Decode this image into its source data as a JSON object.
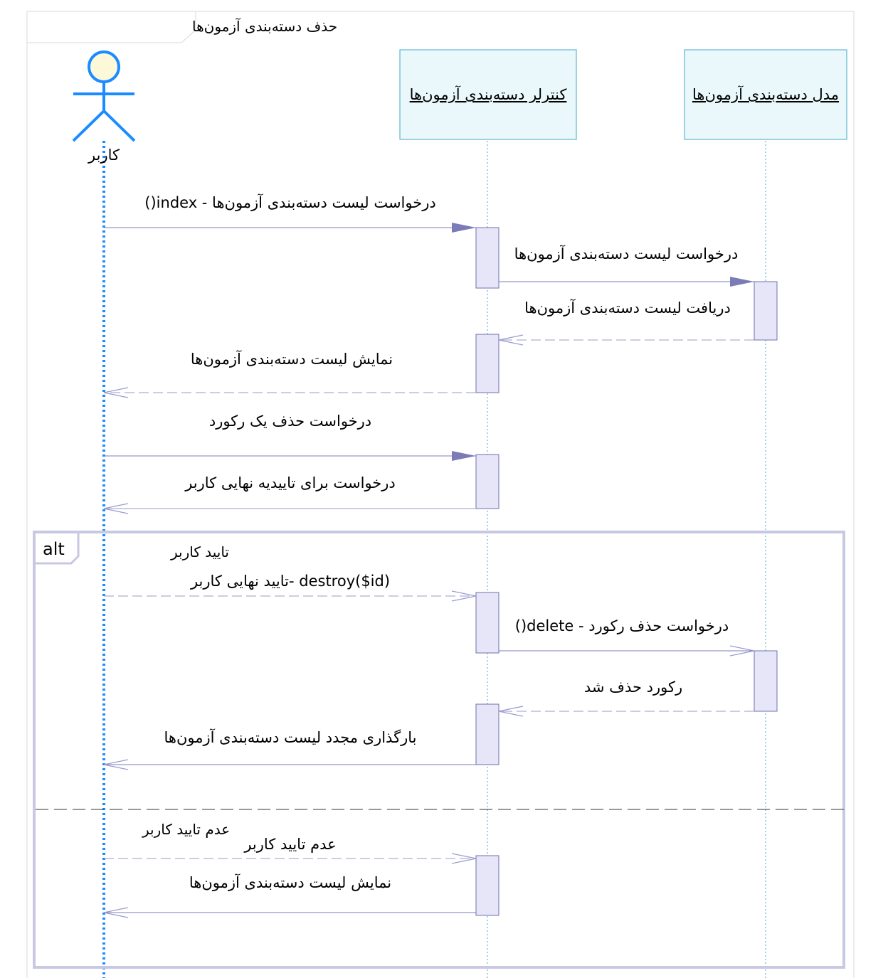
{
  "frame": {
    "title": "حذف دسته‌بندی آزمون‌ها"
  },
  "actor": {
    "label": "کاربر"
  },
  "lifelines": {
    "controller": "کنترلر دسته‌بندی آزمون‌ها",
    "model": "مدل دسته‌بندی آزمون‌ها"
  },
  "messages": {
    "m1": "درخواست لیست دسته‌بندی آزمون‌ها - index()",
    "m2": "درخواست لیست دسته‌بندی آزمون‌ها",
    "m3": "دریافت لیست دسته‌بندی آزمون‌ها",
    "m4": "نمایش لیست دسته‌بندی آزمون‌ها",
    "m5": "درخواست حذف یک رکورد",
    "m6": "درخواست برای تاییدیه نهایی کاربر",
    "m7": "تایید نهایی کاربر- destroy($id)",
    "m8": "درخواست حذف رکورد - delete()",
    "m9": "رکورد حذف شد",
    "m10": "بارگذاری مجدد لیست دسته‌بندی آزمون‌ها",
    "m11": "عدم تایید کاربر",
    "m12": "نمایش لیست دسته‌بندی آزمون‌ها"
  },
  "alt": {
    "label": "alt",
    "guard1": "تایید کاربر",
    "guard2": "عدم تایید کاربر"
  },
  "colors": {
    "actor": "#1a8cff",
    "actor_head_fill": "#fcf8d8",
    "lifeline_box_fill": "#eaf8fb",
    "lifeline_box_stroke": "#3fa9c9",
    "activation_fill": "#e6e6f8",
    "activation_stroke": "#7070b0",
    "message": "#7b7bb8",
    "alt_frame": "#c8c8e4",
    "frame": "#d8d8d8"
  }
}
